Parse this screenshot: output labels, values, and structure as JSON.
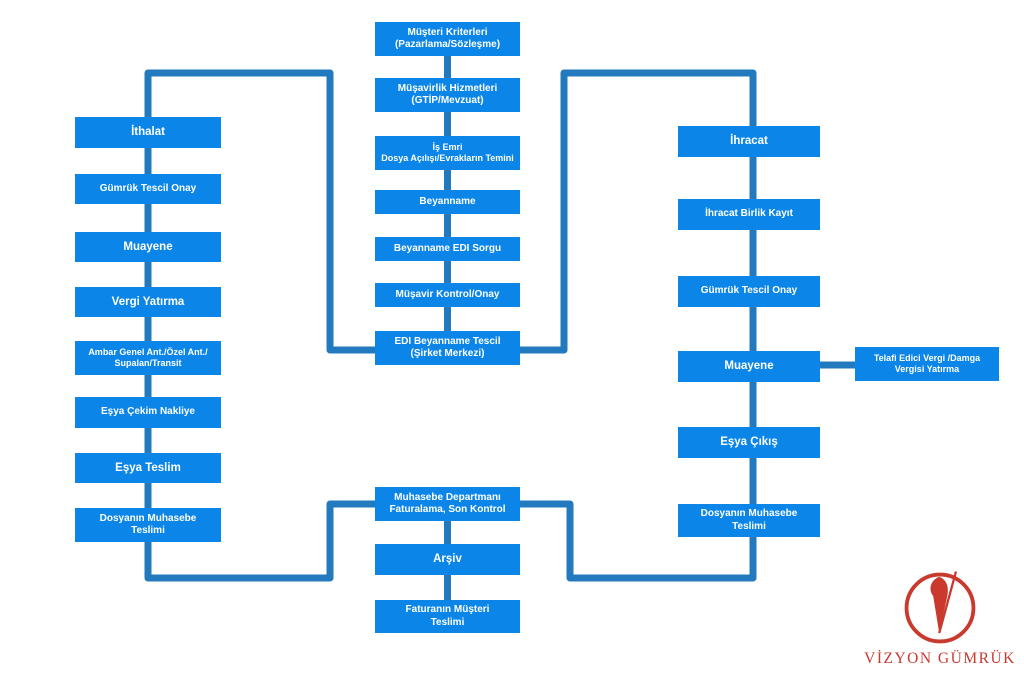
{
  "colors": {
    "box_fill": "#0b86e8",
    "connector": "#2279bd",
    "box_text": "#ffffff",
    "logo_red": "#c9392e",
    "background": "#ffffff"
  },
  "diagram": {
    "center_column": {
      "boxes": [
        {
          "id": "musteri-kriterleri",
          "lines": [
            "Müşteri Kriterleri",
            "(Pazarlama/Sözleşme)"
          ]
        },
        {
          "id": "musavirlik-hizmetleri",
          "lines": [
            "Müşavirlik Hizmetleri",
            "(GTİP/Mevzuat)"
          ]
        },
        {
          "id": "is-emri",
          "lines": [
            "İş Emri",
            "Dosya Açılışı/Evrakların Temini"
          ]
        },
        {
          "id": "beyanname",
          "lines": [
            "Beyanname"
          ]
        },
        {
          "id": "beyanname-edi-sorgu",
          "lines": [
            "Beyanname EDI Sorgu"
          ]
        },
        {
          "id": "musavir-kontrol-onay",
          "lines": [
            "Müşavir Kontrol/Onay"
          ]
        },
        {
          "id": "edi-beyanname-tescil",
          "lines": [
            "EDI Beyanname Tescil",
            "(Şirket Merkezi)"
          ]
        },
        {
          "id": "muhasebe-departmani",
          "lines": [
            "Muhasebe Departmanı",
            "Faturalama, Son Kontrol"
          ]
        },
        {
          "id": "arsiv",
          "lines": [
            "Arşiv"
          ]
        },
        {
          "id": "faturanin-musteri-teslimi",
          "lines": [
            "Faturanın Müşteri",
            "Teslimi"
          ]
        }
      ]
    },
    "left_column": {
      "boxes": [
        {
          "id": "ithalat",
          "lines": [
            "İthalat"
          ]
        },
        {
          "id": "gumruk-tescil-onay-ithalat",
          "lines": [
            "Gümrük Tescil Onay"
          ]
        },
        {
          "id": "muayene-ithalat",
          "lines": [
            "Muayene"
          ]
        },
        {
          "id": "vergi-yatirma",
          "lines": [
            "Vergi Yatırma"
          ]
        },
        {
          "id": "ambar-genel-ozel-supalan-transit",
          "lines": [
            "Ambar Genel Ant./Özel Ant./",
            "Supalan/Transit"
          ]
        },
        {
          "id": "esya-cekim-nakliye",
          "lines": [
            "Eşya Çekim Nakliye"
          ]
        },
        {
          "id": "esya-teslim",
          "lines": [
            "Eşya Teslim"
          ]
        },
        {
          "id": "dosyanin-muhasebe-teslimi-ithalat",
          "lines": [
            "Dosyanın Muhasebe",
            "Teslimi"
          ]
        }
      ]
    },
    "right_column": {
      "boxes": [
        {
          "id": "ihracat",
          "lines": [
            "İhracat"
          ]
        },
        {
          "id": "ihracat-birlik-kayit",
          "lines": [
            "İhracat Birlik Kayıt"
          ]
        },
        {
          "id": "gumruk-tescil-onay-ihracat",
          "lines": [
            "Gümrük Tescil Onay"
          ]
        },
        {
          "id": "muayene-ihracat",
          "lines": [
            "Muayene"
          ]
        },
        {
          "id": "esya-cikis",
          "lines": [
            "Eşya Çıkış"
          ]
        },
        {
          "id": "dosyanin-muhasebe-teslimi-ihracat",
          "lines": [
            "Dosyanın Muhasebe",
            "Teslimi"
          ]
        }
      ]
    },
    "side_box": {
      "id": "telafi-edici-vergi",
      "lines": [
        "Telafi Edici Vergi /Damga",
        "Vergisi Yatırma"
      ]
    }
  },
  "logo": {
    "text": "VİZYON GÜMRÜK"
  }
}
